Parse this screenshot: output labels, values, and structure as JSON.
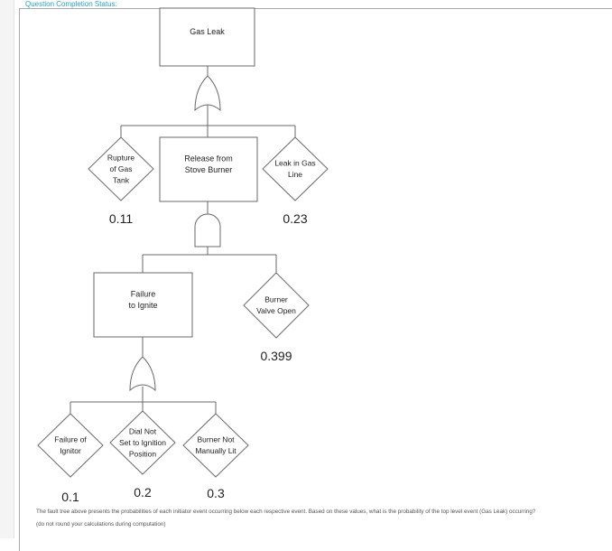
{
  "status_label": "Question Completion Status:",
  "fault_tree": {
    "top_event": "Gas Leak",
    "top_gate": "or",
    "intermediate_1": {
      "label_lines": [
        "Release from",
        "Stove Burner"
      ],
      "gate": "and"
    },
    "intermediate_2": {
      "label_lines": [
        "Failure",
        "to Ignite"
      ],
      "gate": "or"
    },
    "basic_events": [
      {
        "id": "rupture",
        "label_lines": [
          "Rupture",
          "of Gas",
          "Tank"
        ],
        "probability": "0.11"
      },
      {
        "id": "leak",
        "label_lines": [
          "Leak in Gas",
          "Line"
        ],
        "probability": "0.23"
      },
      {
        "id": "valve",
        "label_lines": [
          "Burner",
          "Valve Open"
        ],
        "probability": "0.399"
      },
      {
        "id": "ignitor",
        "label_lines": [
          "Failure of",
          "Ignitor"
        ],
        "probability": "0.1"
      },
      {
        "id": "dial",
        "label_lines": [
          "Dial Not",
          "Set to Ignition",
          "Position"
        ],
        "probability": "0.2"
      },
      {
        "id": "manual",
        "label_lines": [
          "Burner Not",
          "Manually Lit"
        ],
        "probability": "0.3"
      }
    ]
  },
  "question": {
    "line1": "The fault tree above presents the probabilities of each initiator event occurring below each respective event. Based on these values, what is the probability of the top level event (Gas Leak) occurring?",
    "line2": "(do not round your calculations during computation)"
  }
}
